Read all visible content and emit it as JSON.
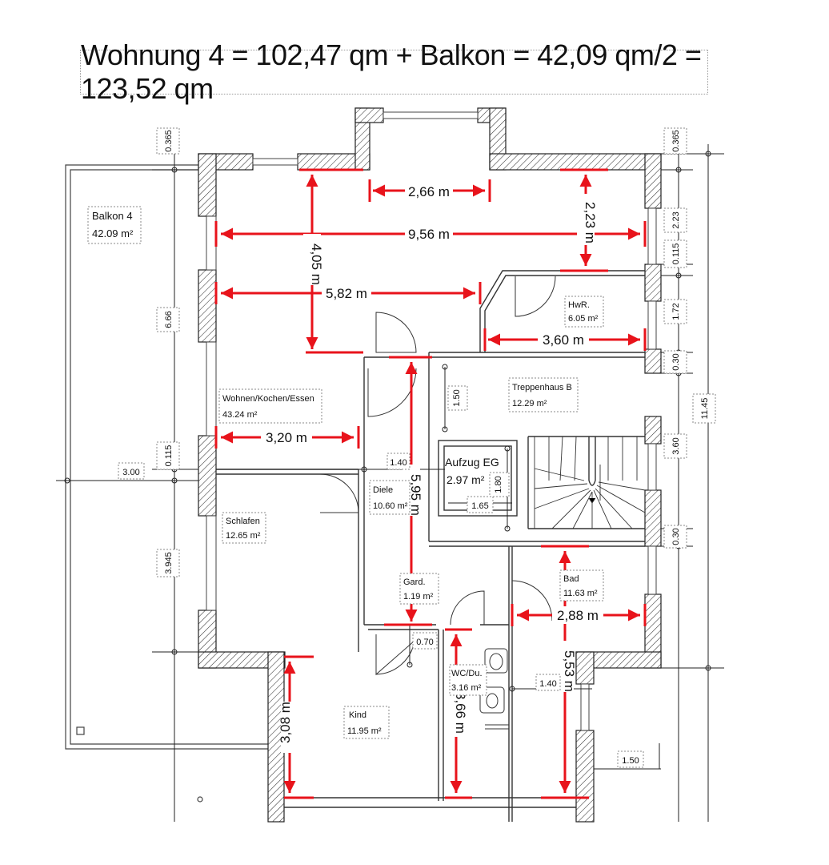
{
  "title": "Wohnung 4 = 102,47 qm + Balkon = 42,09 qm/2 = 123,52 qm",
  "rooms": {
    "balkon": {
      "name": "Balkon 4",
      "area": "42.09 m²"
    },
    "wohnen": {
      "name": "Wohnen/Kochen/Essen",
      "area": "43.24 m²"
    },
    "hwr": {
      "name": "HwR.",
      "area": "6.05 m²"
    },
    "treppenhaus": {
      "name": "Treppenhaus B",
      "area": "12.29 m²"
    },
    "aufzug": {
      "name": "Aufzug EG",
      "area": "2.97 m²"
    },
    "diele": {
      "name": "Diele",
      "area": "10.60 m²"
    },
    "schlafen": {
      "name": "Schlafen",
      "area": "12.65 m²"
    },
    "gard": {
      "name": "Gard.",
      "area": "1.19 m²"
    },
    "bad": {
      "name": "Bad",
      "area": "11.63 m²"
    },
    "wc": {
      "name": "WC/Du.",
      "area": "3.16 m²"
    },
    "kind": {
      "name": "Kind",
      "area": "11.95 m²"
    }
  },
  "red_dimensions": {
    "d266": "2,66 m",
    "d956": "9,56 m",
    "d223": "2,23 m",
    "d405": "4,05 m",
    "d582": "5,82 m",
    "d360": "3,60 m",
    "d320": "3,20 m",
    "d595": "5,95 m",
    "d288": "2,88 m",
    "d553": "5,53 m",
    "d366": "3,66 m",
    "d308": "3,08 m"
  },
  "small_dimensions": {
    "l0365": "0.365",
    "l666": "6.66",
    "l0115": "0.115",
    "l300": "3.00",
    "l3945": "3.945",
    "r0365": "0.365",
    "r223": "2.23",
    "r0115": "0.115",
    "r172": "1.72",
    "r030a": "0.30",
    "r360": "3.60",
    "r030b": "0.30",
    "r1145": "11.45",
    "t150": "1.50",
    "t140a": "1.40",
    "t180": "1.80",
    "t165": "1.65",
    "t070": "0.70",
    "t140b": "1.40",
    "t150b": "1.50"
  },
  "colors": {
    "dimension": "#e8131b",
    "wall_hatch": "#333333"
  }
}
